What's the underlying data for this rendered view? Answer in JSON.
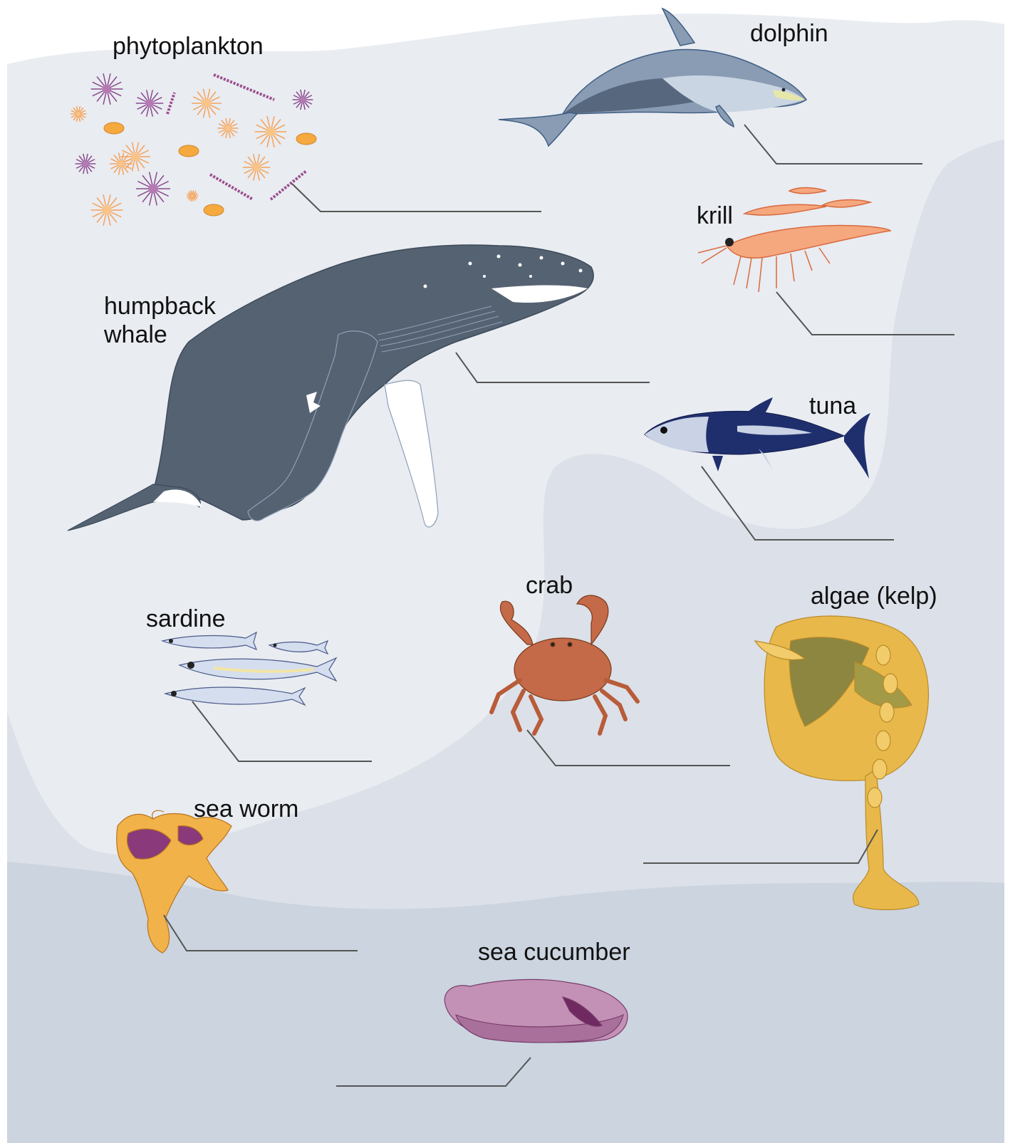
{
  "colors": {
    "water_top": "#E9ECF1",
    "water_mid": "#DCE0E8",
    "water_deep": "#CBD4DF",
    "leader": "#555555"
  },
  "organisms": [
    {
      "id": "phytoplankton",
      "name": "phytoplankton",
      "icon": "phytoplankton-icon"
    },
    {
      "id": "dolphin",
      "name": "dolphin",
      "icon": "dolphin-icon"
    },
    {
      "id": "krill",
      "name": "krill",
      "icon": "krill-icon"
    },
    {
      "id": "humpback-whale",
      "name_lines": [
        "humpback",
        "whale"
      ],
      "icon": "humpback-whale-icon"
    },
    {
      "id": "tuna",
      "name": "tuna",
      "icon": "tuna-icon"
    },
    {
      "id": "crab",
      "name": "crab",
      "icon": "crab-icon"
    },
    {
      "id": "algae",
      "name": "algae (kelp)",
      "icon": "kelp-icon"
    },
    {
      "id": "sardine",
      "name": "sardine",
      "icon": "sardine-icon"
    },
    {
      "id": "sea-worm",
      "name": "sea worm",
      "icon": "sea-worm-icon"
    },
    {
      "id": "sea-cucumber",
      "name": "sea cucumber",
      "icon": "sea-cucumber-icon"
    }
  ]
}
